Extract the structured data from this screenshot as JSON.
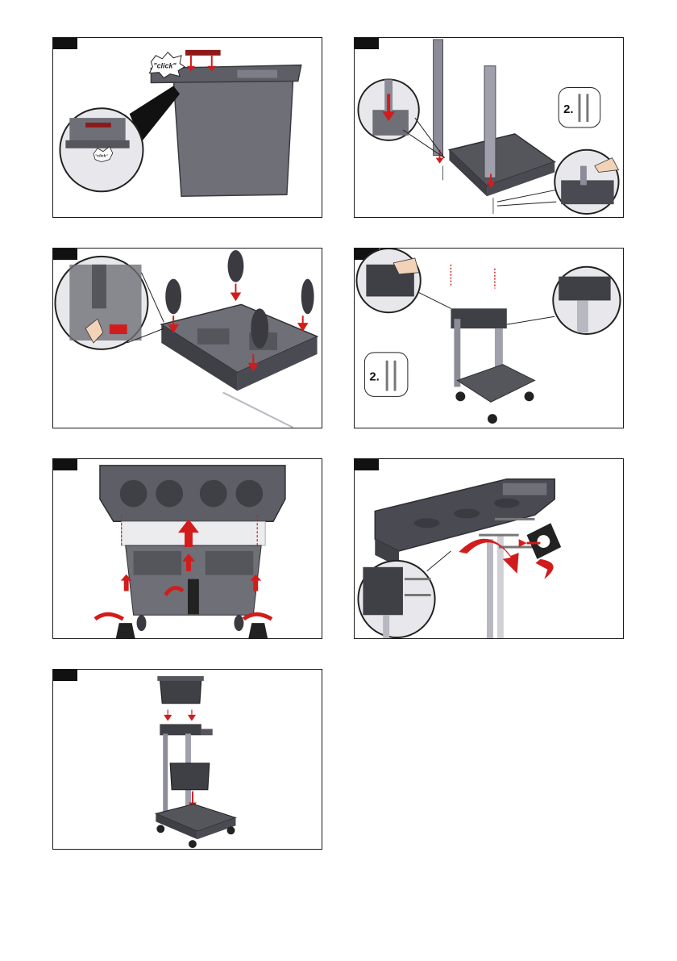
{
  "colors": {
    "frame": "#1a1a1a",
    "plastic": "#6f6f78",
    "plastic_dark": "#4a4a52",
    "pole": "#9fa0ab",
    "arrow": "#d21c1c",
    "accent_red": "#8c1a1a"
  },
  "panels": [
    {
      "id": "step-1",
      "callouts": [
        "\"click\"",
        "\"click\""
      ]
    },
    {
      "id": "step-2",
      "callouts": [
        "2."
      ]
    },
    {
      "id": "step-3",
      "callouts": []
    },
    {
      "id": "step-4",
      "callouts": [
        "2."
      ]
    },
    {
      "id": "step-5",
      "callouts": []
    },
    {
      "id": "step-6",
      "callouts": []
    },
    {
      "id": "step-7",
      "callouts": []
    }
  ]
}
